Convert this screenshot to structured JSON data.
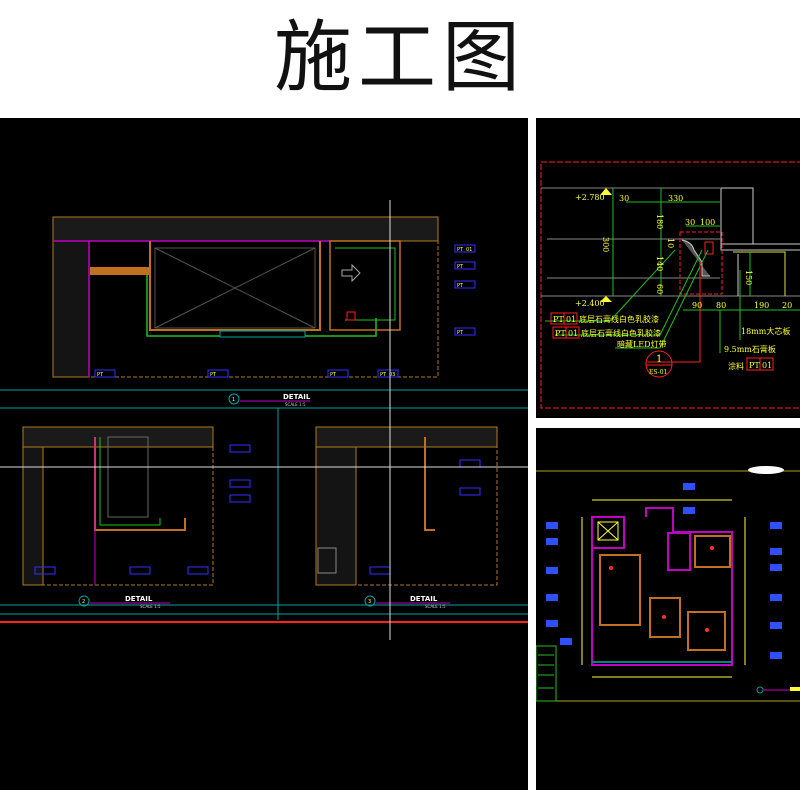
{
  "title": "施工图",
  "left_panel": {
    "detail_heading": "DETAIL",
    "scale": "SCALE 1:5",
    "detail_numbers": [
      "1",
      "2",
      "3"
    ],
    "tags": {
      "pt": "PT",
      "code": "01",
      "code_alt": "03"
    }
  },
  "top_right_panel": {
    "levels": [
      "+2.780",
      "+2.400"
    ],
    "dimensions": {
      "d30a": "30",
      "d330": "330",
      "d180": "180",
      "d30b": "30",
      "d100": "100",
      "d300": "300",
      "d140": "140",
      "d60": "60",
      "d150": "150",
      "d90": "90",
      "d80": "80",
      "d190": "190",
      "d20": "20",
      "d10": "10"
    },
    "callouts": {
      "pt": "PT",
      "code": "01",
      "line1": "底层石膏线白色乳胶漆",
      "line2": "底层石膏线白色乳胶漆",
      "led": "暗藏LED灯带",
      "board": "18mm大芯板",
      "gypsum": "9.5mm石膏板",
      "paint": "涂料"
    },
    "section_marker": {
      "number": "1",
      "sheet": "ES-01"
    }
  },
  "colors": {
    "background": "#000000",
    "yellow": "#ffff33",
    "red": "#ff2020",
    "magenta": "#c000c0",
    "teal": "#00a0a0",
    "green": "#20c020",
    "orange": "#c07020"
  }
}
